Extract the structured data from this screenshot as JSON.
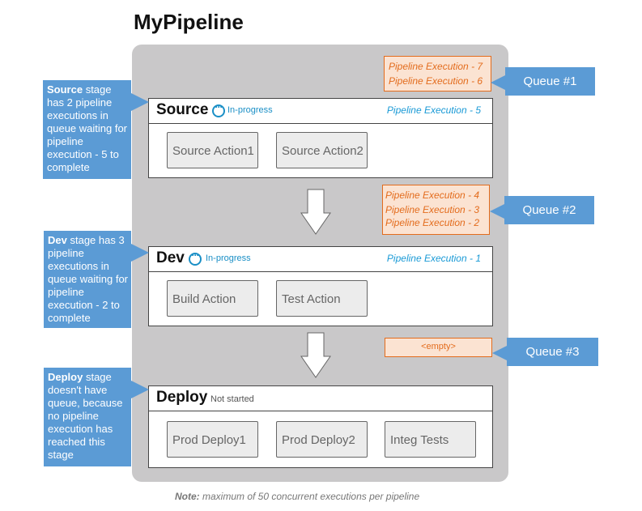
{
  "title": "MyPipeline",
  "stages": [
    {
      "name": "Source",
      "status": "In-progress",
      "execution": "Pipeline Execution  - 5",
      "actions": [
        "Source Action1",
        "Source Action2"
      ]
    },
    {
      "name": "Dev",
      "status": "In-progress",
      "execution": "Pipeline Execution  - 1",
      "actions": [
        "Build Action",
        "Test Action"
      ]
    },
    {
      "name": "Deploy",
      "status": "Not started",
      "actions": [
        "Prod Deploy1",
        "Prod Deploy2",
        "Integ Tests"
      ]
    }
  ],
  "queues": [
    {
      "label": "Queue #1",
      "items": [
        "Pipeline Execution - 7",
        "Pipeline Execution - 6"
      ]
    },
    {
      "label": "Queue #2",
      "items": [
        "Pipeline Execution - 4",
        "Pipeline Execution - 3",
        "Pipeline Execution - 2"
      ]
    },
    {
      "label": "Queue #3",
      "items": [
        "<empty>"
      ]
    }
  ],
  "callouts": [
    {
      "bold": "Source",
      "rest": " stage has 2 pipeline executions in queue waiting for pipeline execution - 5 to complete"
    },
    {
      "bold": "Dev",
      "rest": " stage has 3 pipeline executions in queue waiting for pipeline execution - 2 to complete"
    },
    {
      "bold": "Deploy",
      "rest": " stage doesn't have queue, because no pipeline execution has reached this stage"
    }
  ],
  "note": {
    "bold": "Note:",
    "rest": " maximum of 50 concurrent executions per pipeline"
  },
  "colors": {
    "accent_blue": "#5b9bd5",
    "queue_orange": "#e36c1d",
    "status_blue": "#1a8fc6",
    "pipeline_bg": "#c9c8c9"
  }
}
